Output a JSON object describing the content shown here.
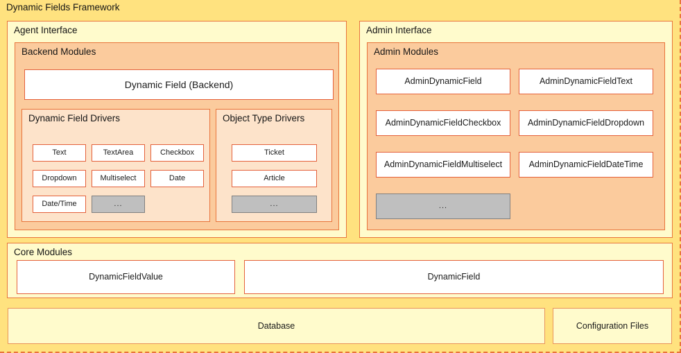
{
  "framework": {
    "title": "Dynamic Fields Framework",
    "border_color": "#E8743B",
    "background": "#FFE27F"
  },
  "colors": {
    "panel_border": "#E8743B",
    "box_border": "#E4603A",
    "pale_yellow": "#FFFBCC",
    "peach": "#FBCB9D",
    "light_peach": "#FDE3CA",
    "grey_fill": "#BFBFBF",
    "grey_border": "#808080",
    "white": "#FFFFFF",
    "text": "#141414"
  },
  "agent_interface": {
    "title": "Agent Interface",
    "backend_modules": {
      "title": "Backend Modules",
      "main_box": "Dynamic Field (Backend)",
      "dynamic_field_drivers": {
        "title": "Dynamic Field Drivers",
        "items": [
          {
            "label": "Text",
            "style": "white"
          },
          {
            "label": "TextArea",
            "style": "white"
          },
          {
            "label": "Checkbox",
            "style": "white"
          },
          {
            "label": "Dropdown",
            "style": "white"
          },
          {
            "label": "Multiselect",
            "style": "white"
          },
          {
            "label": "Date",
            "style": "white"
          },
          {
            "label": "Date/Time",
            "style": "white"
          },
          {
            "label": "...",
            "style": "grey"
          }
        ]
      },
      "object_type_drivers": {
        "title": "Object Type Drivers",
        "items": [
          {
            "label": "Ticket",
            "style": "white"
          },
          {
            "label": "Article",
            "style": "white"
          },
          {
            "label": "...",
            "style": "grey"
          }
        ]
      }
    }
  },
  "admin_interface": {
    "title": "Admin Interface",
    "admin_modules": {
      "title": "Admin Modules",
      "items": [
        {
          "label": "AdminDynamicField",
          "style": "white"
        },
        {
          "label": "AdminDynamicFieldText",
          "style": "white"
        },
        {
          "label": "AdminDynamicFieldCheckbox",
          "style": "white"
        },
        {
          "label": "AdminDynamicFieldDropdown",
          "style": "white"
        },
        {
          "label": "AdminDynamicFieldMultiselect",
          "style": "white"
        },
        {
          "label": "AdminDynamicFieldDateTime",
          "style": "white"
        },
        {
          "label": "...",
          "style": "grey"
        }
      ]
    }
  },
  "core_modules": {
    "title": "Core Modules",
    "items": [
      {
        "label": "DynamicFieldValue"
      },
      {
        "label": "DynamicField"
      }
    ]
  },
  "storage": {
    "database": "Database",
    "configuration_files": "Configuration Files"
  }
}
